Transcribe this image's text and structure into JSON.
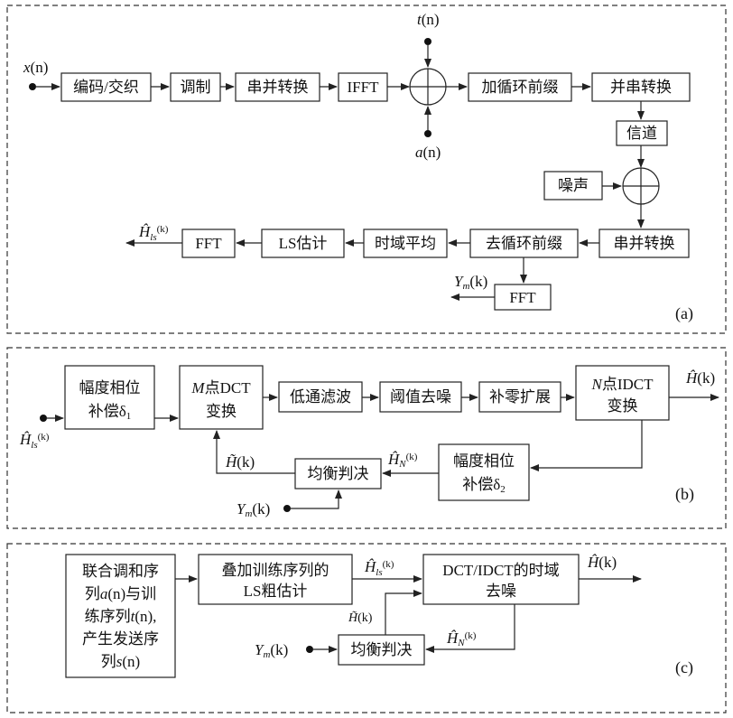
{
  "panel_a": {
    "label": "(a)",
    "blocks": {
      "encode": "编码/交织",
      "modulate": "调制",
      "sp": "串并转换",
      "ifft": "IFFT",
      "add_cp": "加循环前缀",
      "ps": "并串转换",
      "channel": "信道",
      "noise": "噪声",
      "sp2": "串并转换",
      "remove_cp": "去循环前缀",
      "time_avg": "时域平均",
      "ls_est": "LS估计",
      "fft1": "FFT",
      "fft2": "FFT"
    },
    "signals": {
      "x": "x",
      "x_arg": "(n)",
      "t": "t",
      "t_arg": "(n)",
      "a": "a",
      "a_arg": "(n)",
      "h_ls": "Ĥ",
      "h_ls_sub": "ls",
      "h_ls_arg": "(k)",
      "y": "Y",
      "y_sub": "m",
      "y_arg": "(k)"
    }
  },
  "panel_b": {
    "label": "(b)",
    "blocks": {
      "comp1_l1": "幅度相位",
      "comp1_l2": "补偿δ",
      "comp1_sub": "1",
      "mdct_l1_sym": "M",
      "mdct_l1": "点DCT",
      "mdct_l2": "变换",
      "lpf": "低通滤波",
      "threshold": "阈值去噪",
      "zeropad": "补零扩展",
      "nidct_l1_sym": "N",
      "nidct_l1": "点IDCT",
      "nidct_l2": "变换",
      "comp2_l1": "幅度相位",
      "comp2_l2": "补偿δ",
      "comp2_sub": "2",
      "equalize": "均衡判决"
    },
    "signals": {
      "h_hat": "Ĥ",
      "h_hat_arg": "(k)",
      "h_ls": "Ĥ",
      "h_ls_sub": "ls",
      "h_ls_arg": "(k)",
      "h_tilde": "H̃",
      "h_tilde_arg": "(k)",
      "h_n": "Ĥ",
      "h_n_sub": "N",
      "h_n_arg": "(k)",
      "y": "Y",
      "y_sub": "m",
      "y_arg": "(k)"
    }
  },
  "panel_c": {
    "label": "(c)",
    "blocks": {
      "joint_l1": "联合调和序",
      "joint_l2_pre": "列",
      "joint_l2_sym": "a",
      "joint_l2_post": "(n)与训",
      "joint_l3_pre": "练序列",
      "joint_l3_sym": "t",
      "joint_l3_post": "(n),",
      "joint_l4": "产生发送序",
      "joint_l5_pre": "列",
      "joint_l5_sym": "s",
      "joint_l5_post": "(n)",
      "ls_l1": "叠加训练序列的",
      "ls_l2": "LS粗估计",
      "dct_l1": "DCT/IDCT的时域",
      "dct_l2": "去噪",
      "equalize": "均衡判决"
    },
    "signals": {
      "h_ls": "Ĥ",
      "h_ls_sub": "ls",
      "h_ls_arg": "(k)",
      "h_hat": "Ĥ",
      "h_hat_arg": "(k)",
      "h_tilde": "H̃",
      "h_tilde_arg": "(k)",
      "h_n": "Ĥ",
      "h_n_sub": "N",
      "h_n_arg": "(k)",
      "y": "Y",
      "y_sub": "m",
      "y_arg": "(k)"
    }
  }
}
